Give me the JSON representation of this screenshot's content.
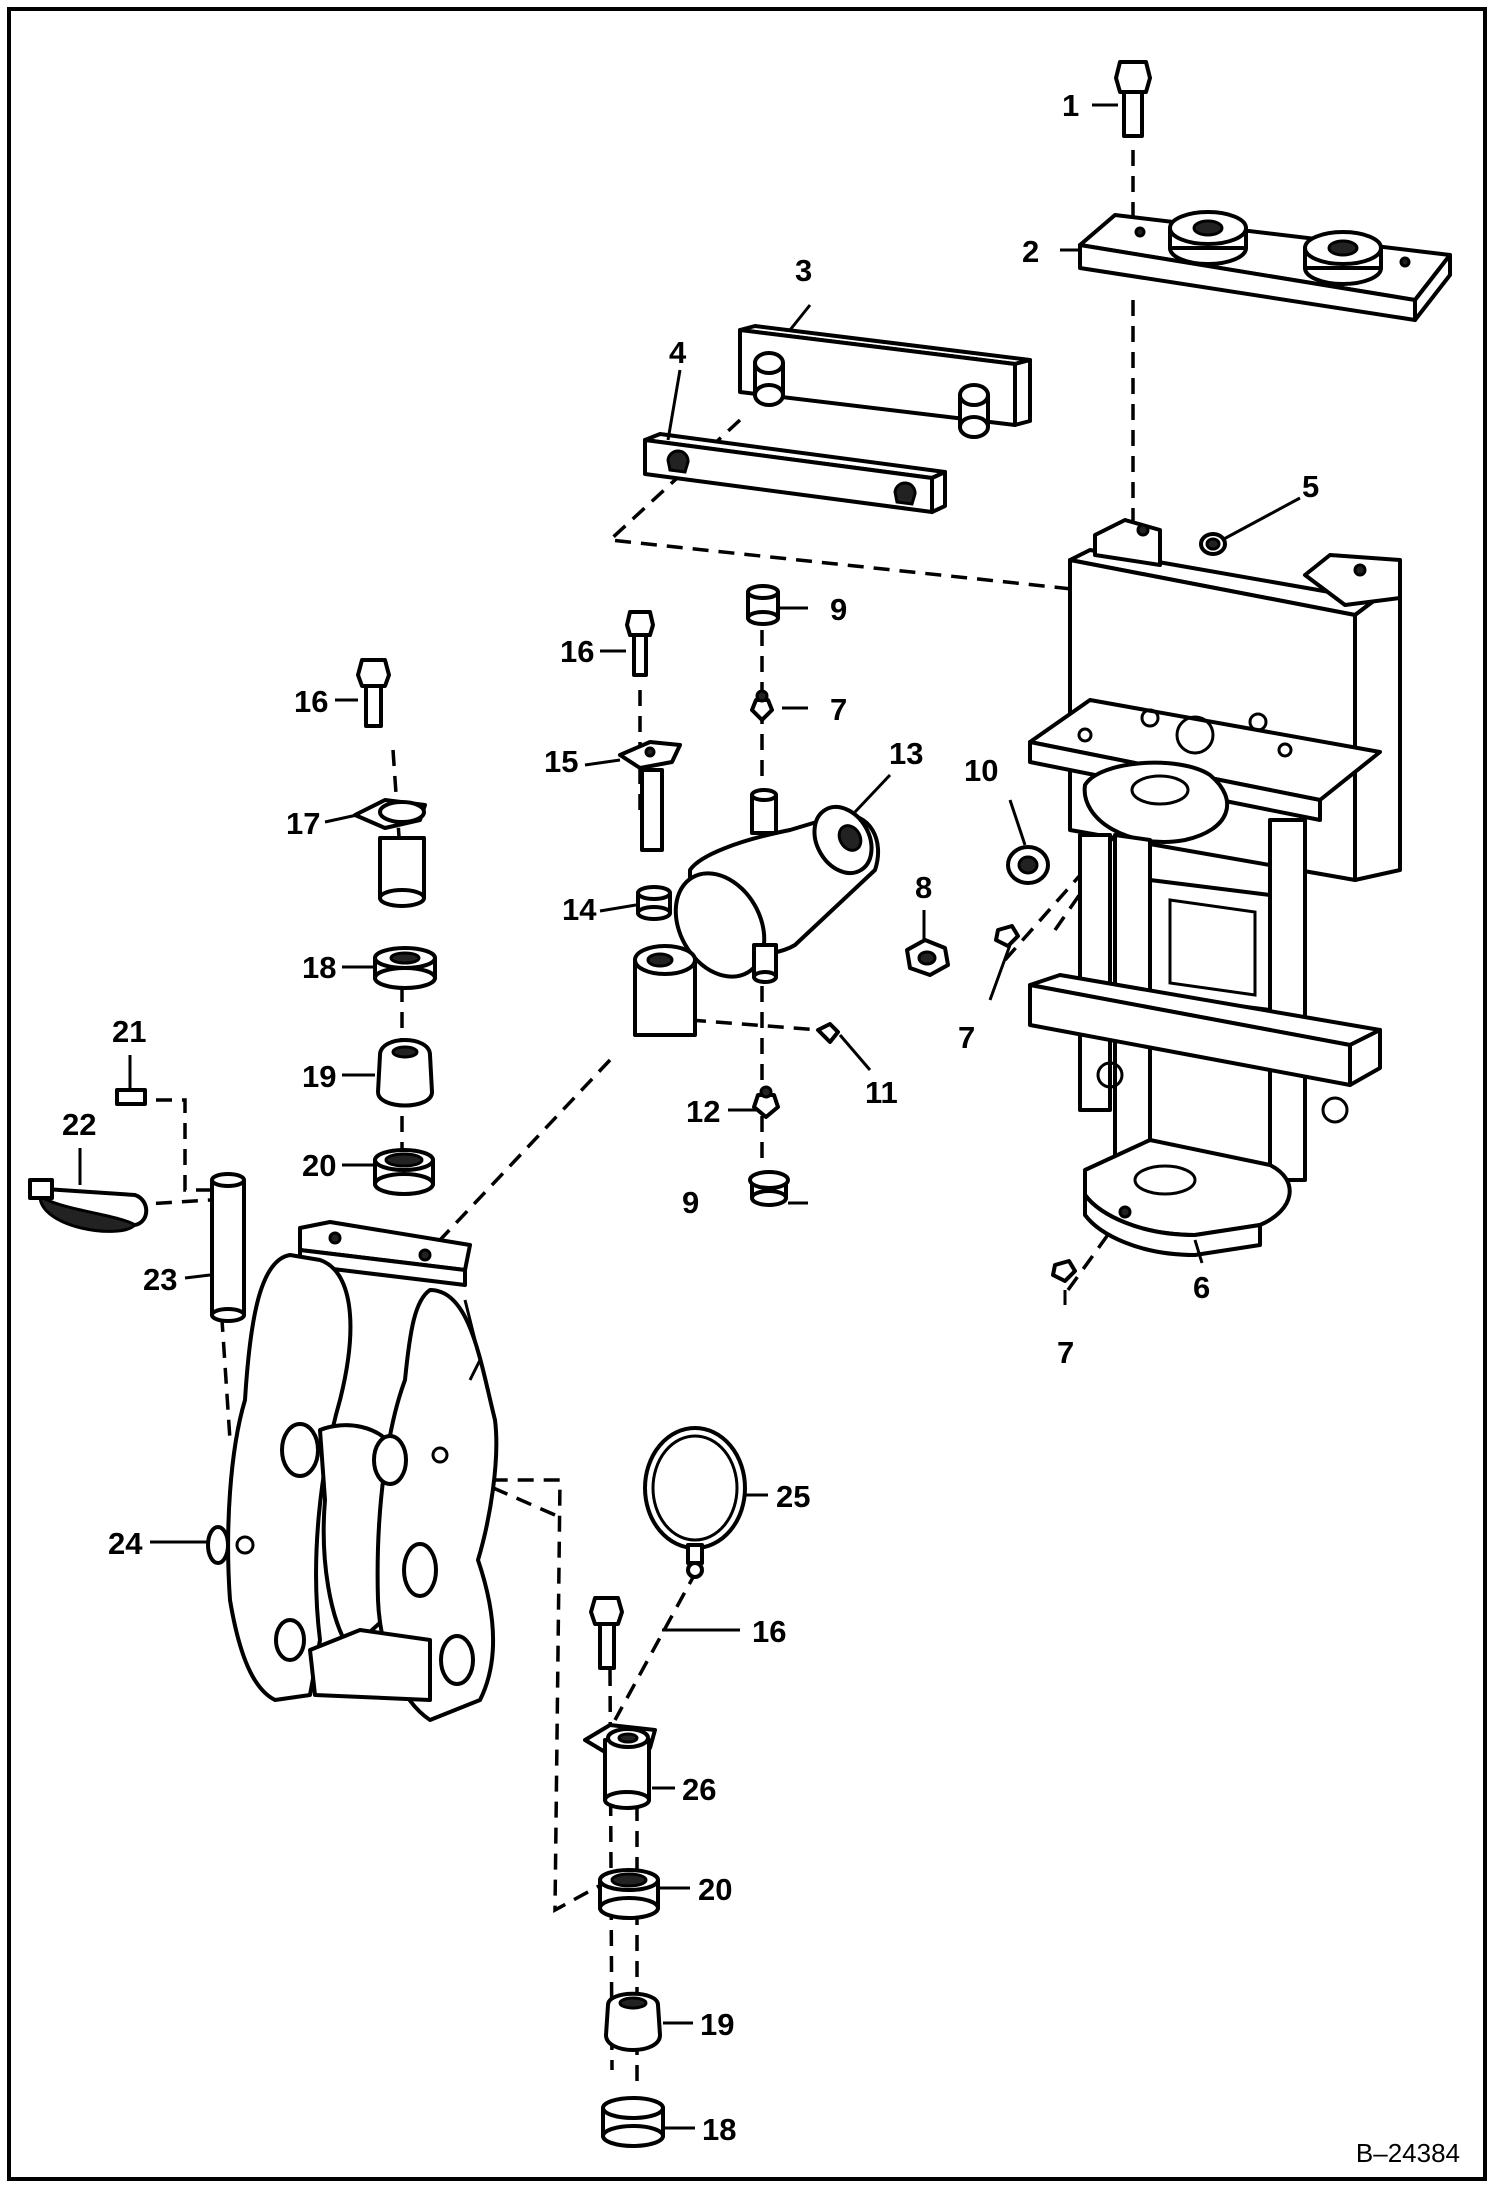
{
  "callouts": [
    {
      "id": "c1",
      "text": "1"
    },
    {
      "id": "c2",
      "text": "2"
    },
    {
      "id": "c3",
      "text": "3"
    },
    {
      "id": "c4",
      "text": "4"
    },
    {
      "id": "c5",
      "text": "5"
    },
    {
      "id": "c6",
      "text": "6"
    },
    {
      "id": "c7a",
      "text": "7"
    },
    {
      "id": "c7b",
      "text": "7"
    },
    {
      "id": "c7c",
      "text": "7"
    },
    {
      "id": "c8",
      "text": "8"
    },
    {
      "id": "c9a",
      "text": "9"
    },
    {
      "id": "c9b",
      "text": "9"
    },
    {
      "id": "c10",
      "text": "10"
    },
    {
      "id": "c11",
      "text": "11"
    },
    {
      "id": "c12",
      "text": "12"
    },
    {
      "id": "c13",
      "text": "13"
    },
    {
      "id": "c14",
      "text": "14"
    },
    {
      "id": "c15",
      "text": "15"
    },
    {
      "id": "c16a",
      "text": "16"
    },
    {
      "id": "c16b",
      "text": "16"
    },
    {
      "id": "c16c",
      "text": "16"
    },
    {
      "id": "c17",
      "text": "17"
    },
    {
      "id": "c18a",
      "text": "18"
    },
    {
      "id": "c18b",
      "text": "18"
    },
    {
      "id": "c19a",
      "text": "19"
    },
    {
      "id": "c19b",
      "text": "19"
    },
    {
      "id": "c20a",
      "text": "20"
    },
    {
      "id": "c20b",
      "text": "20"
    },
    {
      "id": "c21",
      "text": "21"
    },
    {
      "id": "c22",
      "text": "22"
    },
    {
      "id": "c23",
      "text": "23"
    },
    {
      "id": "c24",
      "text": "24"
    },
    {
      "id": "c25",
      "text": "25"
    },
    {
      "id": "c26",
      "text": "26"
    }
  ],
  "drawing_code": "B–24384"
}
